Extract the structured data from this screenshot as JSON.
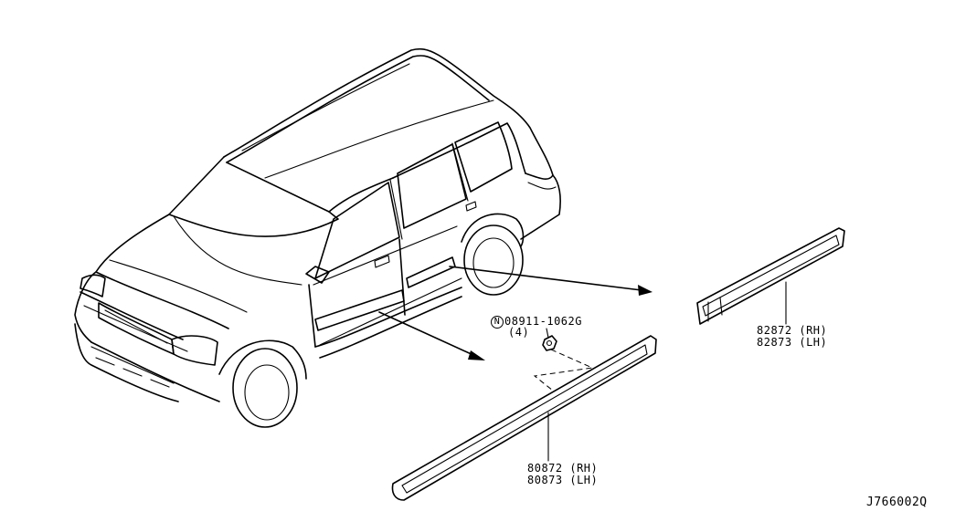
{
  "callouts": {
    "nut": {
      "symbol": "N",
      "part": "08911-1062G",
      "qty": "(4)"
    },
    "rear_moulding": {
      "rh": "82872 (RH)",
      "lh": "82873 (LH)"
    },
    "front_moulding": {
      "rh": "80872 (RH)",
      "lh": "80873 (LH)"
    }
  },
  "diagram_id": "J766002Q"
}
